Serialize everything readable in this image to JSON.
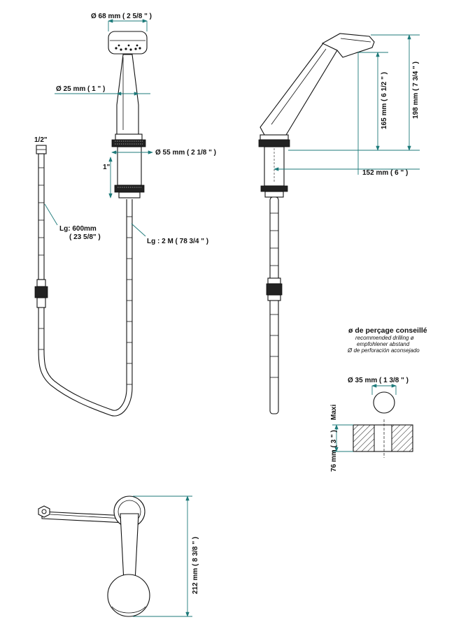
{
  "dimensions": {
    "head_diameter": "Ø  68 mm ( 2 5/8 \" )",
    "handle_diameter": "Ø  25 mm ( 1 \" )",
    "flange_diameter": "Ø  55 mm ( 2 1/8 \" )",
    "thread_1in": "1\"",
    "thread_half": "1/2\"",
    "hose_length_inlet_l1": "Lg: 600mm",
    "hose_length_inlet_l2": "( 23 5/8\" )",
    "hose_length_shower": "Lg : 2 M ( 78 3/4 \" )",
    "height_165": "165 mm ( 6 1/2 \" )",
    "height_198": "198 mm ( 7 3/4 \" )",
    "reach_152": "152 mm ( 6 \" )",
    "length_212": "212 mm ( 8 3/8 \" )",
    "drill_diameter": "Ø  35 mm ( 1 3/8 \" )",
    "maxi": "Maxi",
    "deck_thickness": "76 mm ( 3 \" )"
  },
  "drilling_note": {
    "title": "ø de perçage conseillé",
    "en": "recommended drilling ø",
    "de": "empfohlener abstand",
    "es": "Ø de perforación aconsejado"
  },
  "colors": {
    "dimension_line": "#1d7a7a",
    "outline": "#111111"
  }
}
